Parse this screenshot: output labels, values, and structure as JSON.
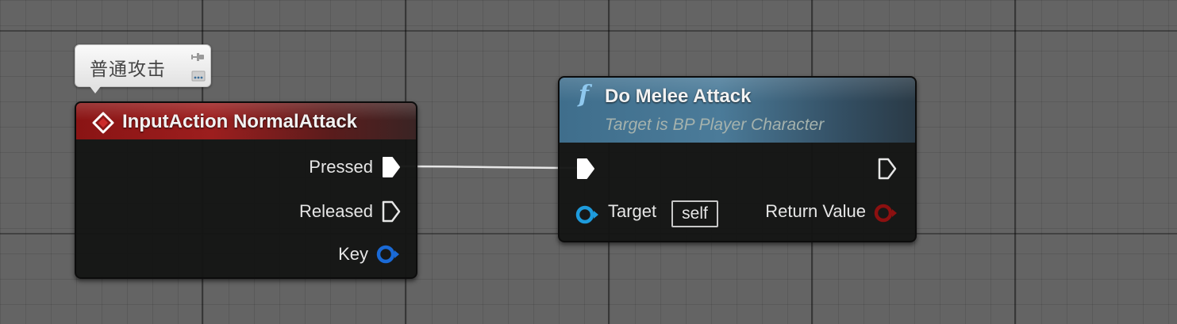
{
  "comment": {
    "text": "普通攻击"
  },
  "input_node": {
    "title": "InputAction NormalAttack",
    "outputs": {
      "pressed": "Pressed",
      "released": "Released",
      "key": "Key"
    }
  },
  "function_node": {
    "title": "Do Melee Attack",
    "subtitle": "Target is BP Player Character",
    "inputs": {
      "target": "Target",
      "target_default": "self"
    },
    "outputs": {
      "return_value": "Return Value"
    }
  },
  "colors": {
    "exec_pin": "#ffffff",
    "object_pin": "#1e9bdc",
    "key_pin": "#1a6ad6",
    "return_pin": "#8c1010",
    "event_header": "#9c1e1e",
    "function_header": "#4b7b99"
  },
  "icons": {
    "event": "event-diamond-icon",
    "function": "function-f-icon",
    "pin": "pin-icon",
    "more": "more-options-icon"
  }
}
